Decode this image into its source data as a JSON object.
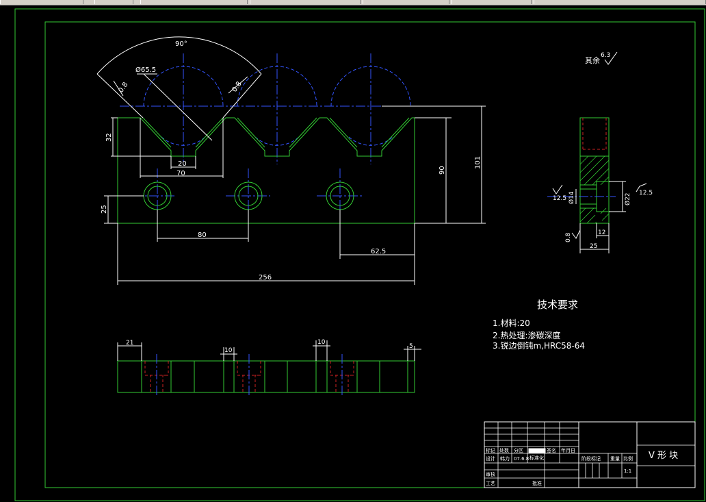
{
  "dims": {
    "angle": "90°",
    "dia_arc": "Ø65.5",
    "chamfer_left": "0.8",
    "chamfer_right": "0.8",
    "v_height": "32",
    "v_bottom": "20",
    "v_top": "70",
    "height_90": "90",
    "height_101": "101",
    "hole_height": "25",
    "hole_pitch": "80",
    "hole_right": "62.5",
    "total_length": "256",
    "side_d14": "Ø14",
    "side_d22": "Ø22",
    "side_12": "12",
    "side_25": "25",
    "rough_left": "12.5",
    "rough_right": "12.5",
    "rough_bottom": "0.8",
    "bottom_21": "21",
    "bottom_10a": "10",
    "bottom_10b": "10",
    "bottom_5": "5"
  },
  "surface": {
    "label": "其余",
    "value": "6.3"
  },
  "notes": {
    "title": "技术要求",
    "line1": "1.材料:20",
    "line2": "2.热处理:渗碳深度",
    "line3": "3.锐边倒钝m,HRC58-64"
  },
  "title_block": {
    "part_name": "V 形 块",
    "c_mark": "标记",
    "c_count": "处数",
    "c_zone": "分区",
    "c_sign": "签名",
    "c_date": "年月日",
    "c_design": "设计",
    "c_std": "标准化",
    "c_designer": "韩力",
    "c_date_val": "07.6.8",
    "c_stage": "阶段标记",
    "c_weight": "重量",
    "c_scale": "比例",
    "c_review": "审核",
    "c_process": "工艺",
    "c_approve": "批准",
    "c_scale_val": "1:1"
  }
}
